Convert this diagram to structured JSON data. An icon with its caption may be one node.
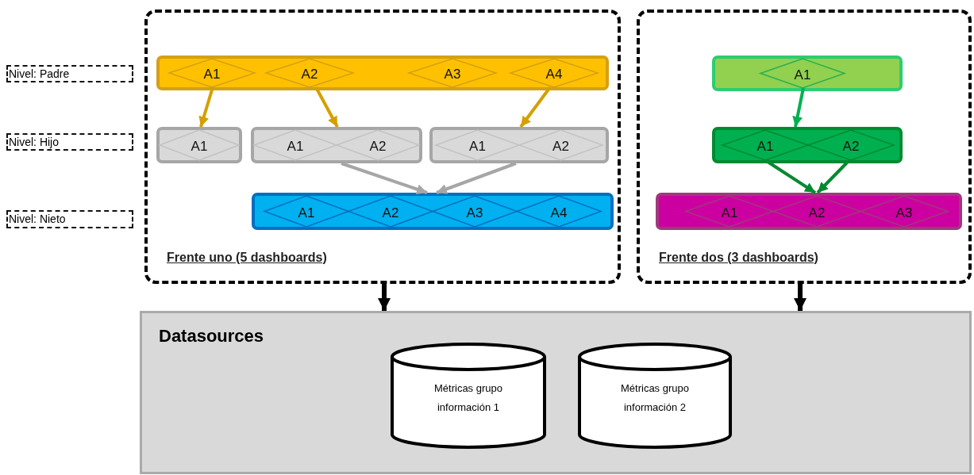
{
  "diagram": {
    "nodes": [
      {
        "text": [
          "Nivel: Padre"
        ]
      },
      {
        "text": [
          "Nivel: Hijo"
        ]
      },
      {
        "text": [
          "Nivel: Nieto"
        ]
      },
      {
        "text": [
          "Frente uno (5 dashboards)"
        ]
      },
      {
        "text": [],
        "shape": "bar",
        "in": 3
      },
      {
        "text": [
          "A1"
        ],
        "in": 4
      },
      {
        "text": [
          "A2"
        ],
        "in": 4
      },
      {
        "text": [
          "A3"
        ],
        "in": 4
      },
      {
        "text": [
          "A4"
        ],
        "in": 4
      },
      {
        "text": [],
        "shape": "bar",
        "in": 3
      },
      {
        "text": [
          "A1"
        ],
        "in": 9
      },
      {
        "text": [],
        "shape": "bar",
        "in": 3
      },
      {
        "text": [
          "A1"
        ],
        "in": 11
      },
      {
        "text": [
          "A2"
        ],
        "in": 11
      },
      {
        "text": [],
        "shape": "bar",
        "in": 3
      },
      {
        "text": [
          "A1"
        ],
        "in": 14
      },
      {
        "text": [
          "A2"
        ],
        "in": 14
      },
      {
        "text": [],
        "shape": "bar",
        "in": 3
      },
      {
        "text": [
          "A1"
        ],
        "in": 17
      },
      {
        "text": [
          "A2"
        ],
        "in": 17
      },
      {
        "text": [
          "A3"
        ],
        "in": 17
      },
      {
        "text": [
          "A4"
        ],
        "in": 17
      },
      {
        "text": [
          "Frente dos (3 dashboards)"
        ]
      },
      {
        "text": [],
        "shape": "bar",
        "in": 22
      },
      {
        "text": [
          "A1"
        ],
        "in": 23
      },
      {
        "text": [],
        "shape": "bar",
        "in": 22
      },
      {
        "text": [
          "A1"
        ],
        "in": 25
      },
      {
        "text": [
          "A2"
        ],
        "in": 25
      },
      {
        "text": [],
        "shape": "bar",
        "in": 22
      },
      {
        "text": [
          "A1"
        ],
        "in": 28
      },
      {
        "text": [
          "A2"
        ],
        "in": 28
      },
      {
        "text": [
          "A3"
        ],
        "in": 28
      },
      {
        "text": [
          "Datasources"
        ]
      },
      {
        "text": [
          "Métricas grupo información 1"
        ],
        "in": 32
      },
      {
        "text": [
          "Métricas grupo información 2"
        ],
        "in": 32
      }
    ],
    "edges": [
      {
        "from": 5,
        "to": 9,
        "arrow": "to",
        "color": "#d4a000"
      },
      {
        "from": 6,
        "to": 11,
        "arrow": "to",
        "color": "#d4a000"
      },
      {
        "from": 8,
        "to": 14,
        "arrow": "to",
        "color": "#d4a000"
      },
      {
        "from": 11,
        "to": 17,
        "arrow": "to",
        "color": "#a6a6a6"
      },
      {
        "from": 14,
        "to": 17,
        "arrow": "to",
        "color": "#a6a6a6"
      },
      {
        "from": 24,
        "to": 25,
        "arrow": "to",
        "color": "#00b050"
      },
      {
        "from": 26,
        "to": 28,
        "arrow": "to",
        "color": "#008a30"
      },
      {
        "from": 27,
        "to": 28,
        "arrow": "to",
        "color": "#008a30"
      },
      {
        "from": 3,
        "to": 32,
        "arrow": "to",
        "color": "#000000"
      },
      {
        "from": 22,
        "to": 32,
        "arrow": "to",
        "color": "#000000"
      }
    ]
  }
}
